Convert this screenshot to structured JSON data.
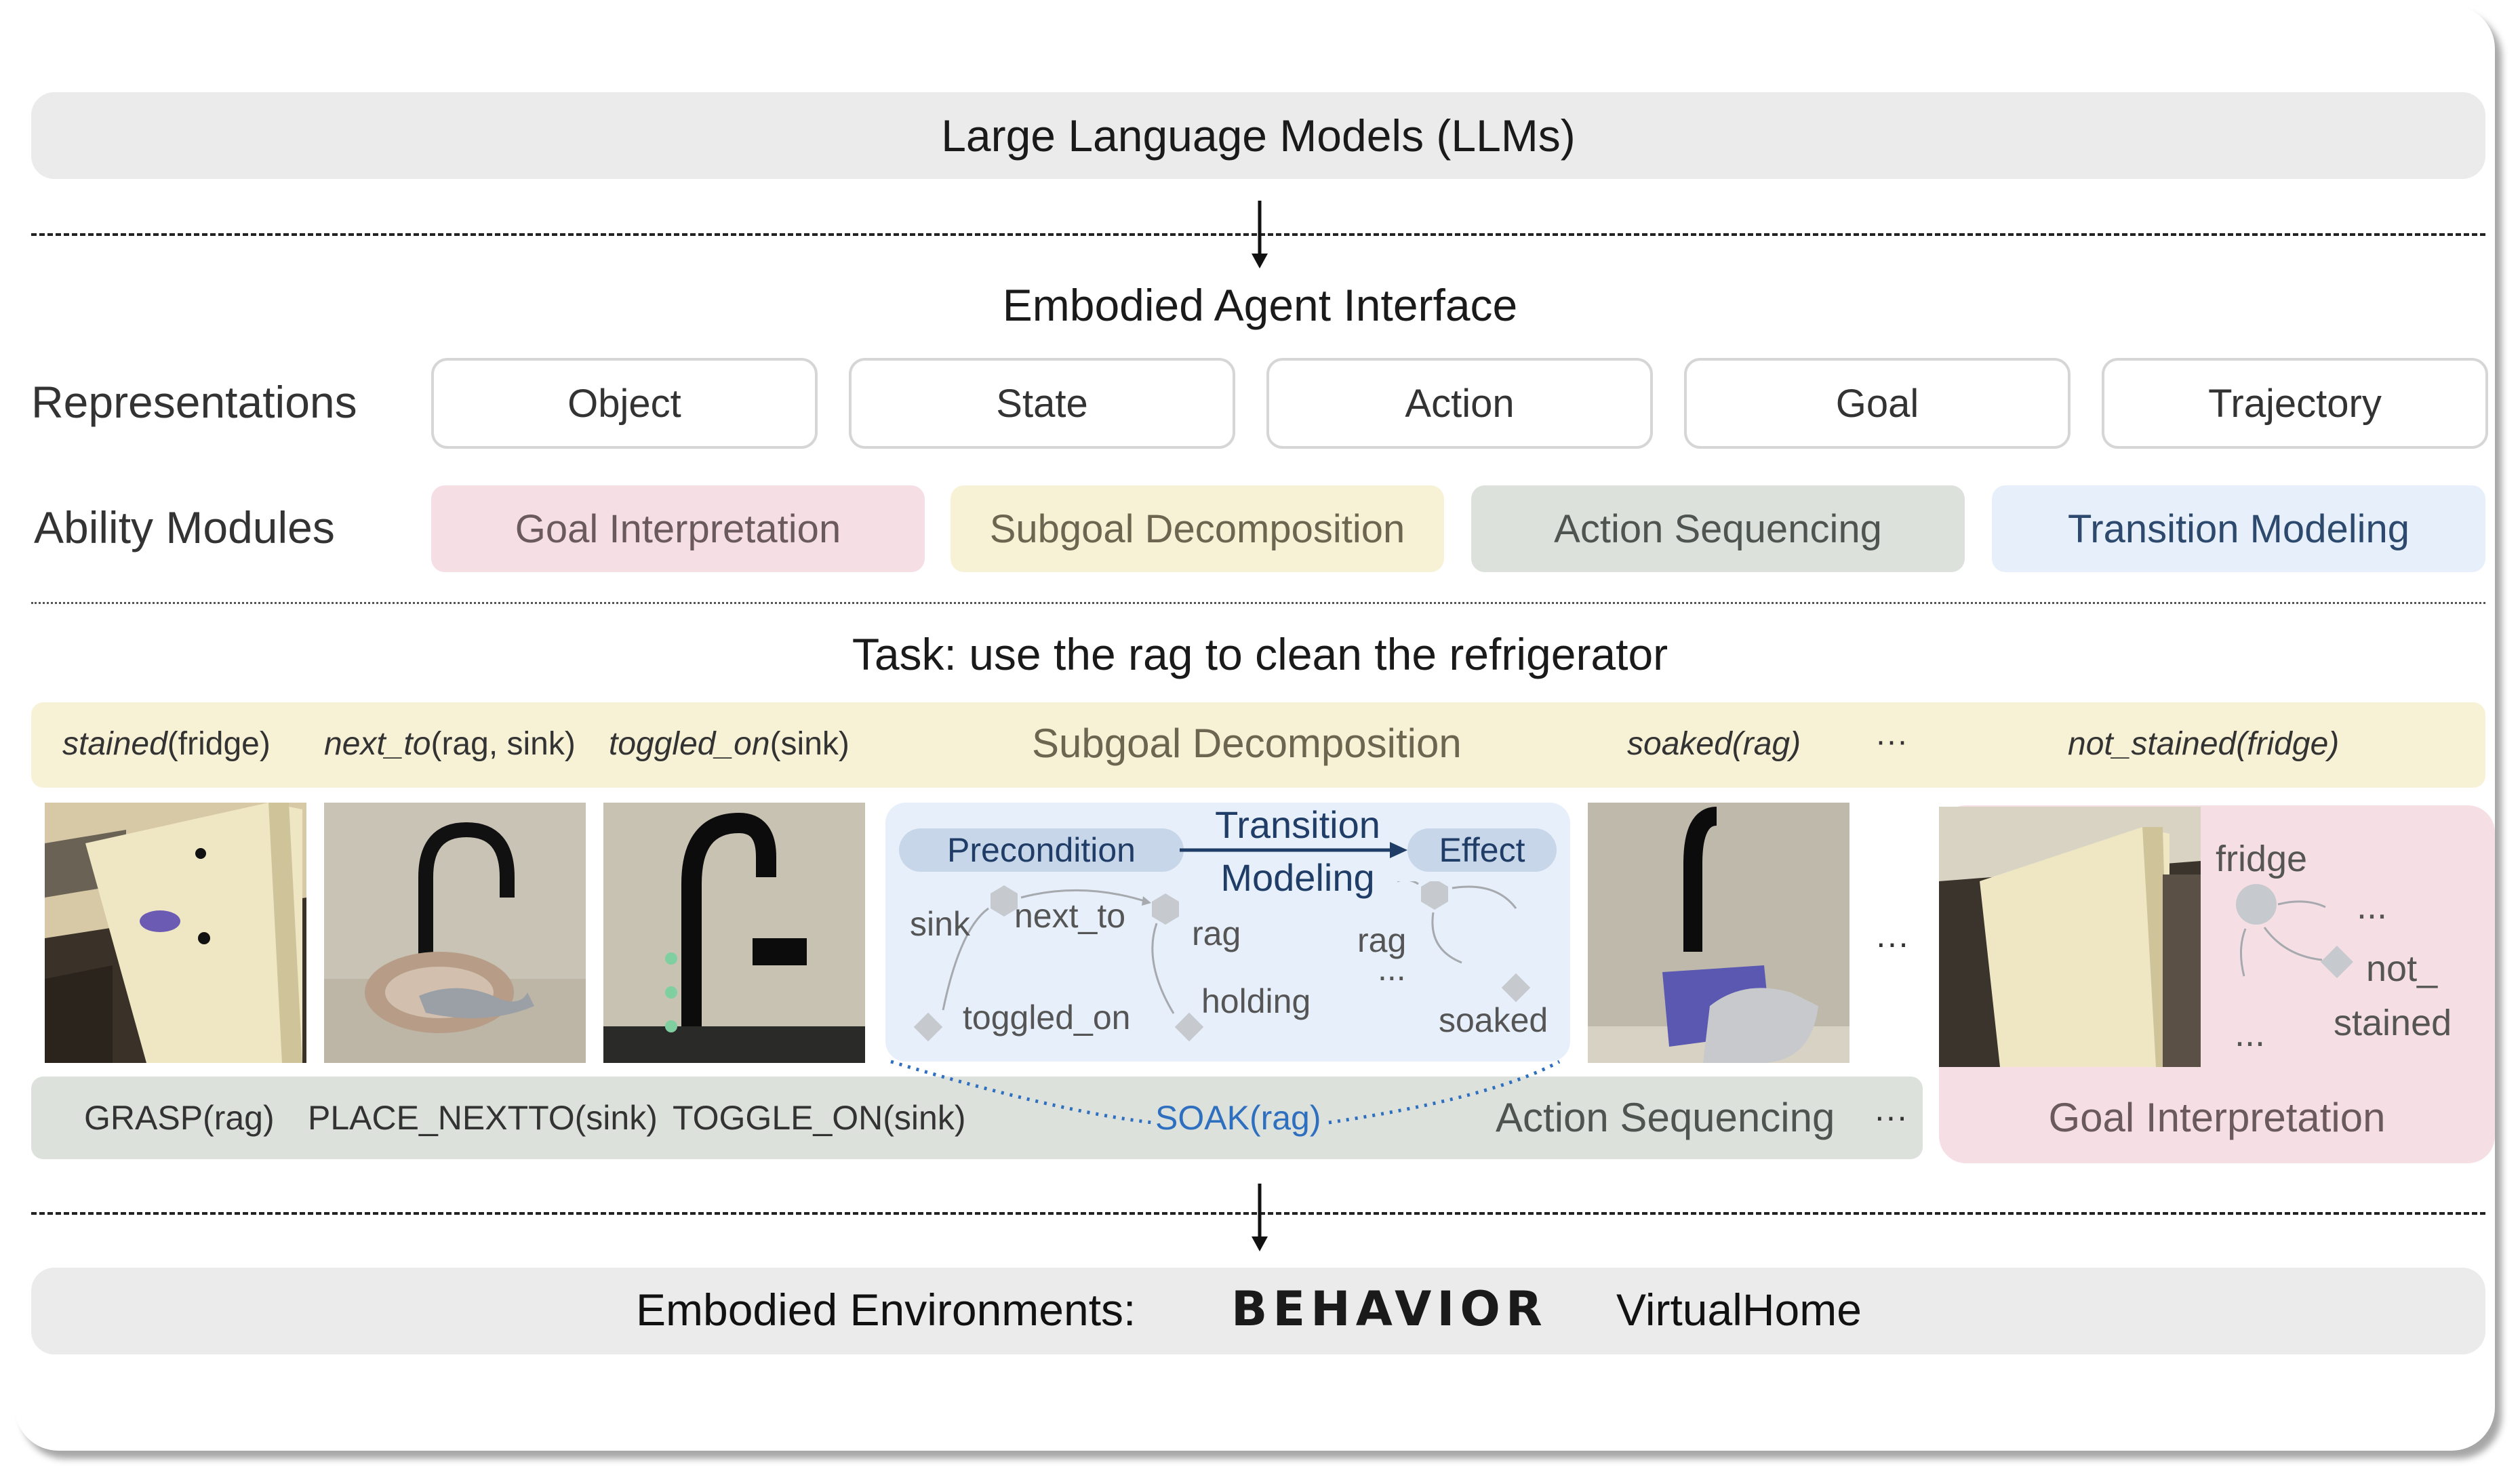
{
  "header": {
    "llm_title": "Large Language Models (LLMs)"
  },
  "interface": {
    "title": "Embodied Agent Interface"
  },
  "representations": {
    "label": "Representations",
    "items": [
      "Object",
      "State",
      "Action",
      "Goal",
      "Trajectory"
    ]
  },
  "modules": {
    "label": "Ability Modules",
    "items": [
      {
        "label": "Goal Interpretation",
        "bg": "#f6dfe4",
        "fg": "#6a5a5e"
      },
      {
        "label": "Subgoal Decomposition",
        "bg": "#f7f1d6",
        "fg": "#6d6550"
      },
      {
        "label": "Action Sequencing",
        "bg": "#dde1dc",
        "fg": "#4e5550"
      },
      {
        "label": "Transition Modeling",
        "bg": "#e6effa",
        "fg": "#2d4a6e"
      }
    ]
  },
  "task": {
    "title": "Task: use the rag to clean the refrigerator"
  },
  "subgoal_row": {
    "p1_pred": "stained",
    "p1_args": "(fridge)",
    "p2_pred": "next_to",
    "p2_args": "(rag, sink)",
    "p3_pred": "toggled_on",
    "p3_args": "(sink)",
    "center_label": "Subgoal Decomposition",
    "p4": "soaked(rag)",
    "ellipsis": "···",
    "p5": "not_stained(fridge)"
  },
  "transition": {
    "title_line1": "Transition",
    "title_line2": "Modeling",
    "precondition": "Precondition",
    "effect": "Effect",
    "sink": "sink",
    "next_to": "next_to",
    "rag1": "rag",
    "toggled_on": "toggled_on",
    "holding": "holding",
    "rag2": "rag",
    "dots": "...",
    "soaked": "soaked"
  },
  "action_row": {
    "a1": "GRASP(rag)",
    "a2": "PLACE_NEXTTO(sink)",
    "a3": "TOGGLE_ON(sink)",
    "a4": "SOAK(rag)",
    "label": "Action Sequencing",
    "ellipsis": "···"
  },
  "goal_interp": {
    "fridge": "fridge",
    "dots1": "...",
    "not_line1": "not_",
    "not_line2": "stained",
    "dots2": "...",
    "label": "Goal Interpretation"
  },
  "image_row_ellipsis": "···",
  "environments": {
    "label": "Embodied Environments:",
    "behavior_logo": "BEHAVIOR",
    "virtualhome": "VirtualHome"
  },
  "colors": {
    "goal_pink": "#f6dfe4",
    "subgoal_yellow": "#f7f1d6",
    "action_gray": "#dde1dc",
    "transition_blue": "#e6effa",
    "link_blue": "#2f6fbf"
  }
}
